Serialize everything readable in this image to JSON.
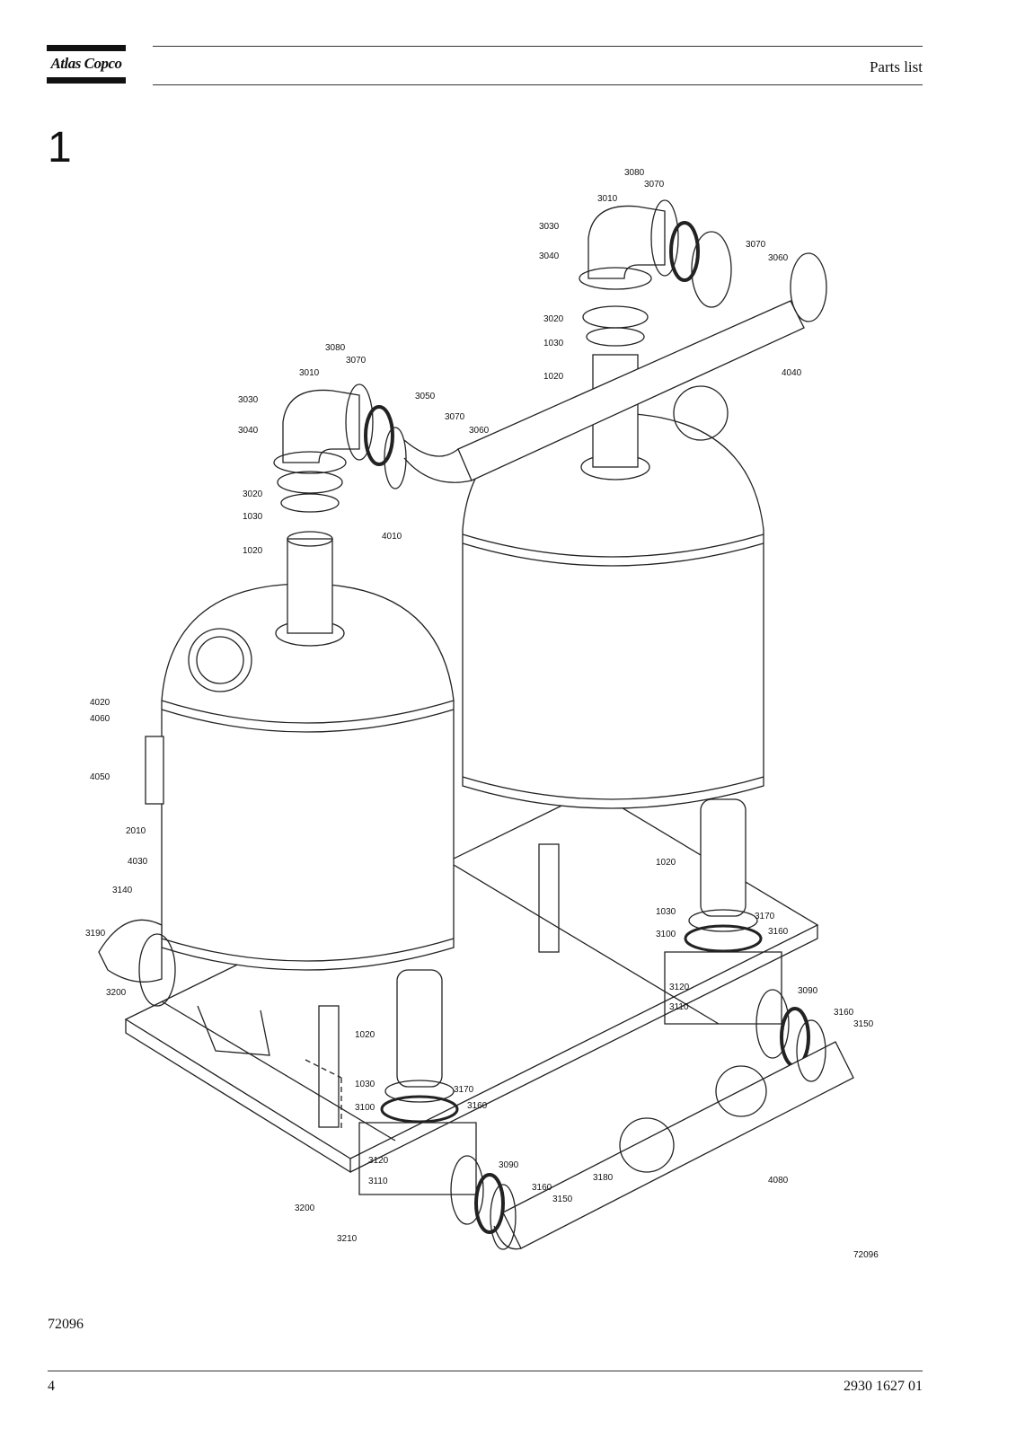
{
  "header": {
    "brand": "Atlas Copco",
    "section_title": "Parts list"
  },
  "chapter_number": "1",
  "drawing": {
    "drawing_id": "72096",
    "callouts": {
      "c3080a": "3080",
      "c3070a": "3070",
      "c3010a": "3010",
      "c3030a": "3030",
      "c3040a": "3040",
      "c3070b": "3070",
      "c3060a": "3060",
      "c3020a": "3020",
      "c1030a": "1030",
      "c1020a": "1020",
      "c4040": "4040",
      "c3080b": "3080",
      "c3070c": "3070",
      "c3010b": "3010",
      "c3050": "3050",
      "c3070d": "3070",
      "c3060b": "3060",
      "c3030b": "3030",
      "c3040b": "3040",
      "c3020b": "3020",
      "c1030b": "1030",
      "c1020b": "1020",
      "c4010": "4010",
      "c4020": "4020",
      "c4060": "4060",
      "c4050": "4050",
      "c2010": "2010",
      "c4030": "4030",
      "c3140": "3140",
      "c3190": "3190",
      "c3200a": "3200",
      "c1020c": "1020",
      "c1030c": "1030",
      "c3170a": "3170",
      "c3100a": "3100",
      "c3160a": "3160",
      "c3120a": "3120",
      "c3110a": "3110",
      "c3090a": "3090",
      "c3160b": "3160",
      "c3150a": "3150",
      "c1020d": "1020",
      "c1030d": "1030",
      "c3100b": "3100",
      "c3170b": "3170",
      "c3160c": "3160",
      "c3120b": "3120",
      "c3110b": "3110",
      "c3090b": "3090",
      "c3160d": "3160",
      "c3150b": "3150",
      "c3180": "3180",
      "c4080": "4080",
      "c3200b": "3200",
      "c3210": "3210"
    }
  },
  "footer": {
    "figure_id": "72096",
    "page_number": "4",
    "document_number": "2930 1627 01"
  }
}
